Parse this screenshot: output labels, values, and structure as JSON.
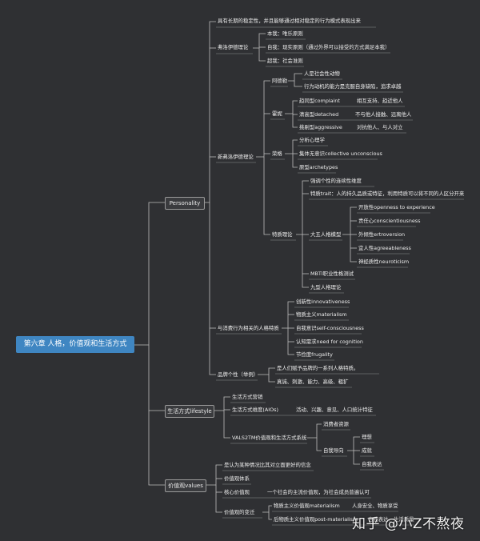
{
  "root": "第六章 人格，价值观和生活方式",
  "personality": {
    "label": "Personality",
    "trait_def": "具有长期的稳定性，并且能够通过相对稳定的行为模式表现出来",
    "freud": {
      "label": "弗洛伊德理论",
      "items": [
        "本我：唯乐原则",
        "自我：现实原则（通过外界可以接受的方式满足本我）",
        "超我：社会准则"
      ]
    },
    "neo_freud": {
      "label": "新弗洛伊德理论",
      "adler": {
        "label": "阿德勒",
        "items": [
          "人是社会性动物",
          "行为动机的能力是克服自身缺陷，追求卓越"
        ]
      },
      "horney": {
        "label": "霍妮",
        "items": [
          {
            "type": "趋同型complaint",
            "desc": "相互支持、趋近他人"
          },
          {
            "type": "清高型detached",
            "desc": "不与他人接触、远离他人"
          },
          {
            "type": "挑剔型aggressive",
            "desc": "对抗他人、与人对立"
          }
        ]
      },
      "jung": {
        "label": "荣格",
        "items": [
          "分析心理学",
          "集体无意识collective unconscious",
          "原型archetypes"
        ]
      }
    },
    "trait_theory": {
      "label": "特质理论",
      "items": [
        "强调个性的连续性维度",
        "特质trait：人的持久品质或特征，利用特质可以将不同的人区分开来"
      ],
      "big5": {
        "label": "大五人格模型",
        "items": [
          "开放性openness to experience",
          "责任心conscientiousness",
          "外倾性ertroversion",
          "宜人性agreeableness",
          "神经质性neuroticism"
        ]
      },
      "mbti": "MBTI职业性格测试",
      "nine": "九型人格理论"
    },
    "consumer_traits": {
      "label": "与消费行为相关的人格特质",
      "items": [
        "创新性innovativeness",
        "物质主义materialism",
        "自我意识self-consciousness",
        "认知需求need for cognition",
        "节俭度frugality"
      ]
    },
    "brand": {
      "label": "品牌个性（举例）",
      "items": [
        "是人们赋予品牌的一系列人格特质。",
        "真诚、刺激、能力、高级、粗犷"
      ]
    }
  },
  "lifestyle": {
    "label": "生活方式lifestyle",
    "marketing": "生活方式营销",
    "aios": {
      "label": "生活方式维度(AIOs)",
      "desc": "活动、兴趣、意见、人口统计特征"
    },
    "vals": {
      "label": "VALS2TM价值观和生活方式系统",
      "resources": "消费者资源",
      "self_orient": {
        "label": "自我导向",
        "items": [
          "理想",
          "成就",
          "自我表达"
        ]
      }
    }
  },
  "values": {
    "label": "价值观values",
    "def": "是认为某种情况比其对立面更好的信念",
    "system": "价值观体系",
    "core": {
      "label": "核心价值观",
      "desc": "一个社会的主流价值观，为社会成员普遍认可"
    },
    "change": {
      "label": "价值观的变迁",
      "items": [
        {
          "type": "物质主义价值观materialism",
          "desc": "人身安全、物质享受"
        },
        {
          "type": "后物质主义价值观post-materialism",
          "desc": "自我表达、生活质量"
        }
      ]
    }
  },
  "watermark": "知乎 @小Z不熬夜"
}
